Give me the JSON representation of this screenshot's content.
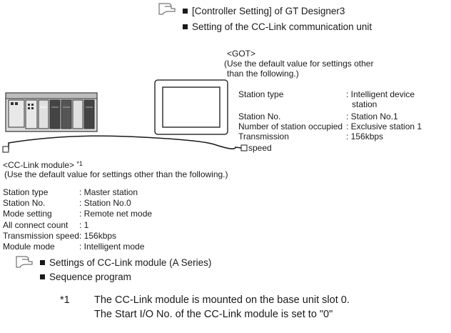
{
  "top_refs": {
    "items": [
      "[Controller Setting] of GT Designer3",
      "Setting of the CC-Link communication unit"
    ]
  },
  "got": {
    "title": "<GOT>",
    "note_line1": "(Use the default value for settings other",
    "note_line2": "than the following.)",
    "settings": [
      {
        "label": "Station type",
        "value": ": Intelligent device",
        "value2": "station"
      },
      {
        "label": "Station No.",
        "value": ": Station No.1"
      },
      {
        "label": "Number of station occupied",
        "value": ": Exclusive station 1"
      },
      {
        "label": "Transmission",
        "label2": "speed",
        "value": ": 156kbps"
      }
    ]
  },
  "cclink": {
    "title": "<CC-Link module>",
    "title_mark": "*1",
    "note": "(Use the default value for settings other than the following.)",
    "settings": [
      {
        "label": "Station type",
        "value": ": Master station"
      },
      {
        "label": "Station No.",
        "value": ": Station No.0"
      },
      {
        "label": "Mode setting",
        "value": ": Remote net mode"
      },
      {
        "label": "All connect count",
        "value": ": 1"
      },
      {
        "label": "Transmission speed",
        "value": ": 156kbps"
      },
      {
        "label": "Module mode",
        "value": ": Intelligent mode"
      }
    ]
  },
  "bottom_refs": {
    "items": [
      "Settings of CC-Link module (A Series)",
      "Sequence program"
    ]
  },
  "footnote": {
    "mark": "*1",
    "line1": "The CC-Link module is mounted on the base unit slot 0.",
    "line2": "The Start I/O No. of the CC-Link module is set to \"0\""
  }
}
